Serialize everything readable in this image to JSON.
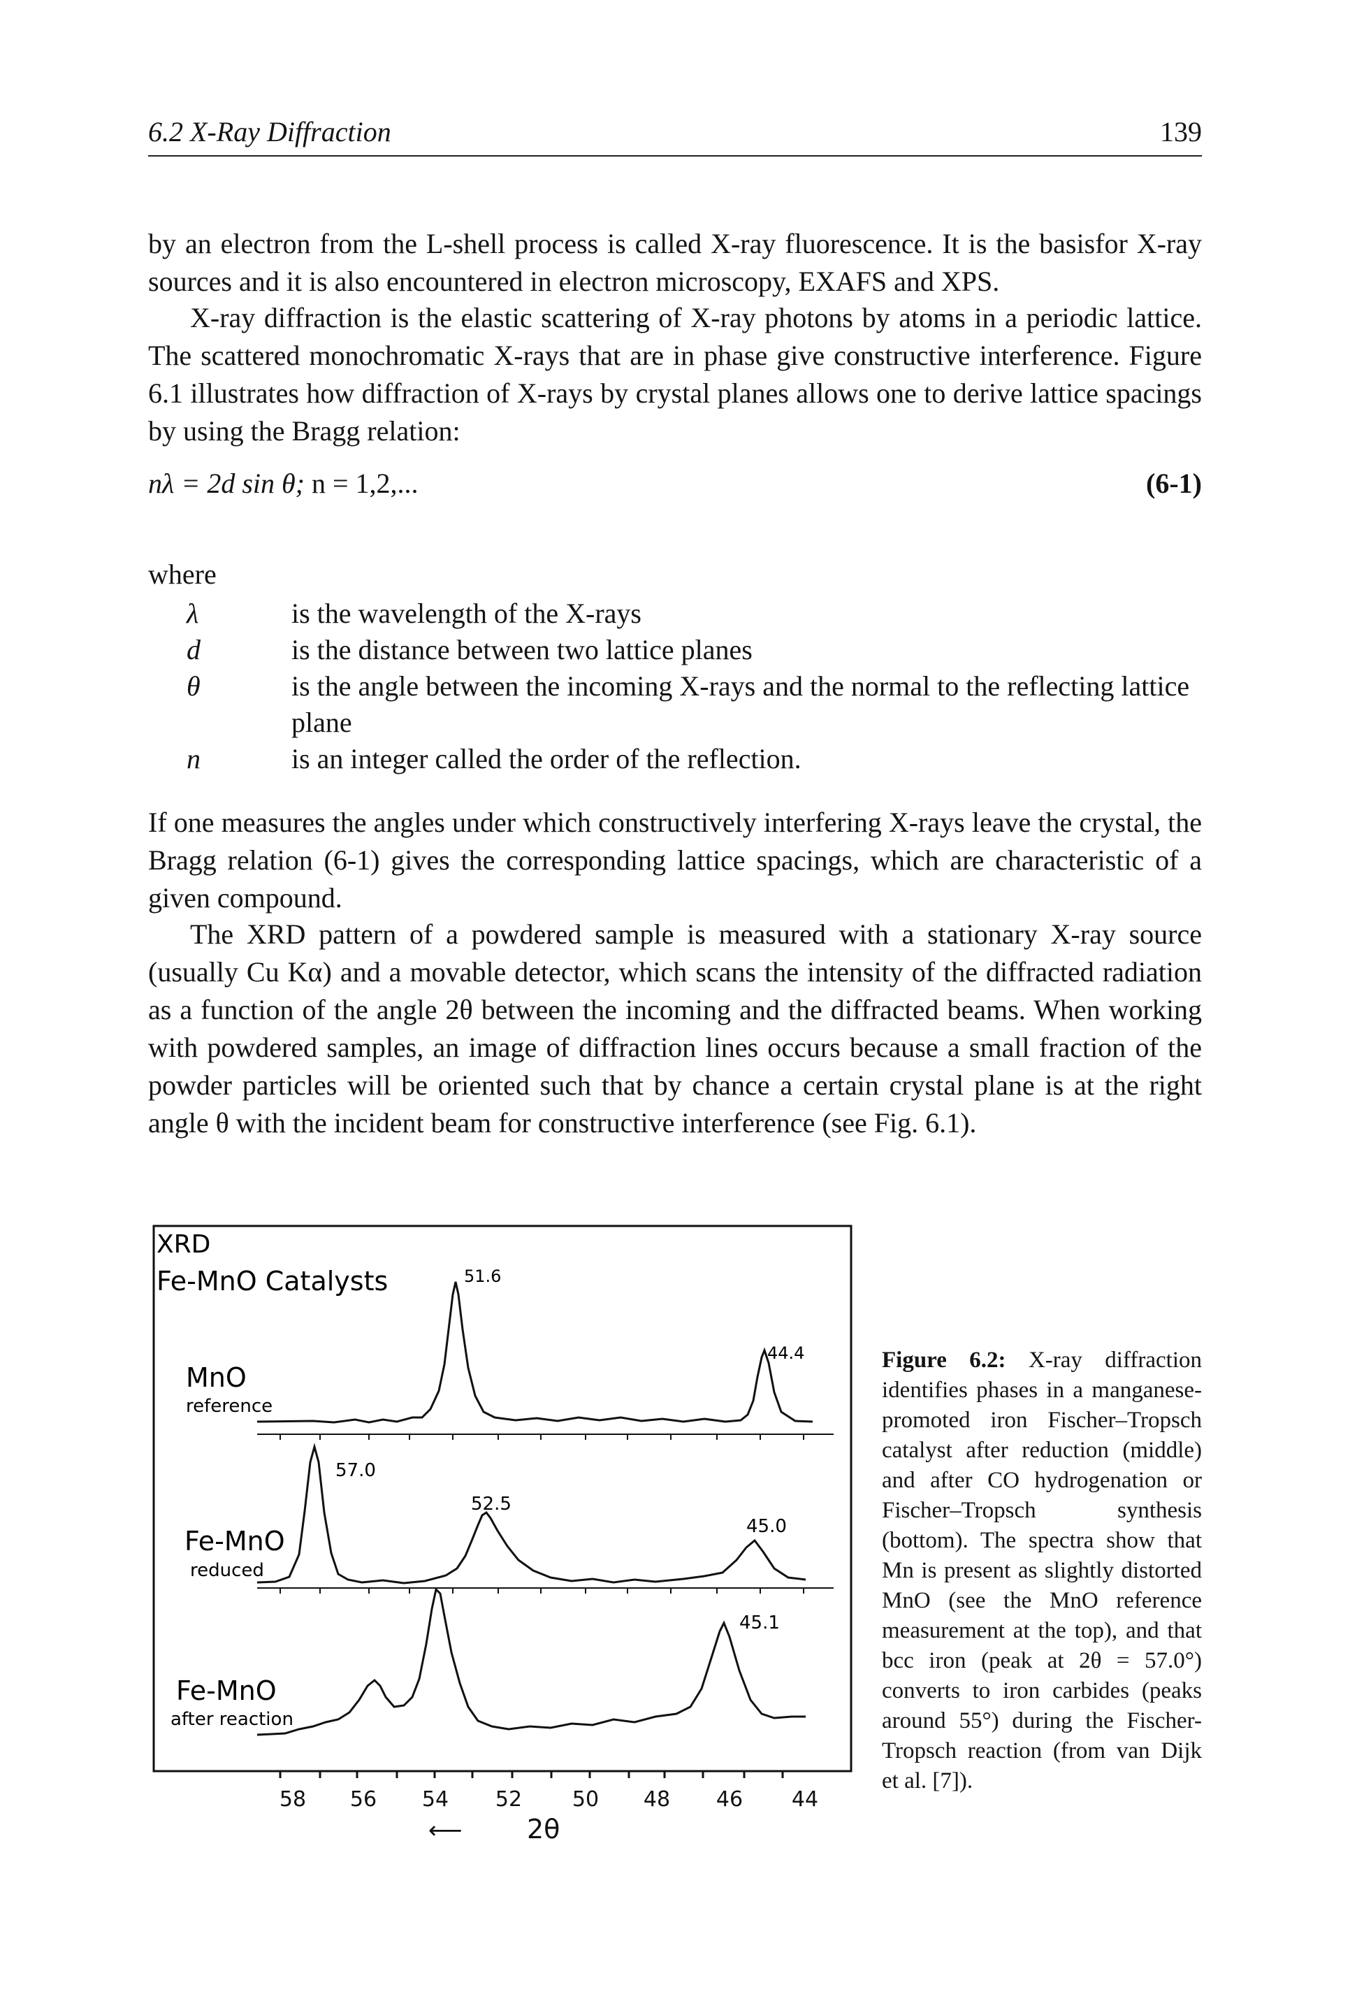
{
  "header": {
    "section": "6.2  X-Ray Diffraction",
    "page_number": "139"
  },
  "paragraphs": {
    "p1": "by an electron from the L-shell process is called X-ray fluorescence. It is the basisfor X-ray sources and it is also encountered in electron microscopy, EXAFS and XPS.",
    "p2": "X-ray diffraction is the elastic scattering of X-ray photons by atoms in a periodic lattice. The scattered monochromatic X-rays that are in phase give constructive interference. Figure 6.1 illustrates how diffraction of X-rays by crystal planes allows one to derive lattice spacings by using the Bragg relation:",
    "p3": "If one measures the angles under which constructively interfering X-rays leave the crystal, the Bragg relation (6-1) gives the corresponding lattice spacings, which are characteristic of a given compound.",
    "p4": "The XRD pattern of a powdered sample is measured with a stationary X-ray source (usually Cu Kα) and a movable detector, which scans the intensity of the diffracted radiation as a function of the angle 2θ between the incoming and the diffracted beams. When working with powdered samples, an image of diffraction lines occurs because a small fraction of the powder particles will be oriented such that by chance a certain crystal plane is at the right angle θ with the incident beam for constructive interference (see Fig. 6.1)."
  },
  "equation": {
    "lhs": "nλ = 2d sin θ;",
    "rhs": "n = 1,2,...",
    "number": "(6-1)"
  },
  "where_label": "where",
  "definitions": [
    {
      "symbol": "λ",
      "text": "is the wavelength of the X-rays"
    },
    {
      "symbol": "d",
      "text": "is the distance between two lattice planes"
    },
    {
      "symbol": "θ",
      "text": "is the angle between the incoming X-rays and the normal to the reflecting lattice plane"
    },
    {
      "symbol": "n",
      "text": "is an integer called the order of the reflection."
    }
  ],
  "figure": {
    "title_line1": "XRD",
    "title_line2": "Fe-MnO Catalysts",
    "traces": [
      {
        "name": "MnO",
        "sub": "reference",
        "peaks": [
          "51.6",
          "44.4"
        ]
      },
      {
        "name": "Fe-MnO",
        "sub": "reduced",
        "peaks": [
          "57.0",
          "52.5",
          "45.0"
        ]
      },
      {
        "name": "Fe-MnO",
        "sub": "after reaction",
        "peaks": [
          "45.1"
        ]
      }
    ],
    "x_tick_labels": [
      "58",
      "56",
      "54",
      "52",
      "50",
      "48",
      "46",
      "44"
    ],
    "x_axis_label": "2θ",
    "x_axis_arrow": "⟵"
  },
  "caption": {
    "label": "Figure 6.2:",
    "text": " X-ray diffraction identifies phases in a manganese-promoted iron Fischer–Tropsch catalyst after reduction (middle) and after CO hydrogenation or Fischer–Tropsch synthesis (bottom). The spectra show that Mn is present as slightly distorted MnO (see the MnO reference measurement at the top), and that bcc iron (peak at 2θ = 57.0°) converts to iron carbides (peaks around 55°) during the Fischer-Tropsch reaction (from van Dijk et al. [7])."
  }
}
